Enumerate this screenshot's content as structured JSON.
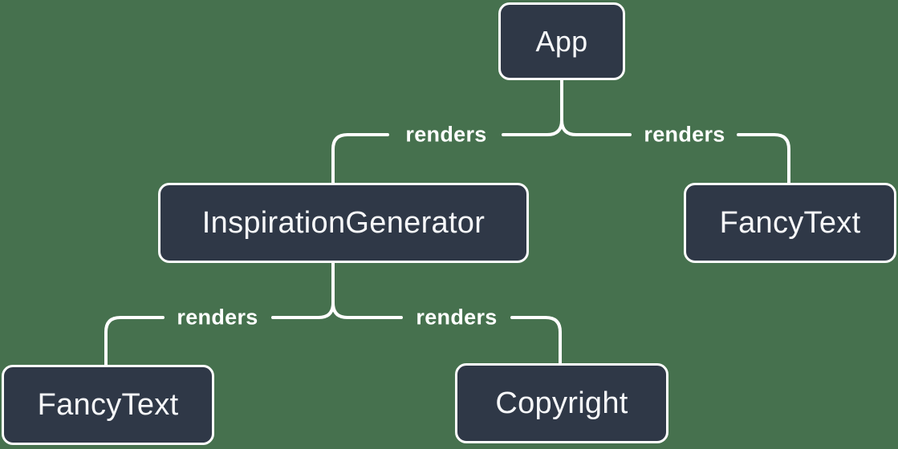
{
  "colors": {
    "background": "#46714E",
    "node_fill": "#2F3847",
    "node_border": "#FFFFFF",
    "node_text": "#F7F8FA",
    "connector": "#FFFFFF",
    "edge_label_text": "#FFFFFF"
  },
  "nodes": [
    {
      "id": "app",
      "label": "App"
    },
    {
      "id": "inspiration-generator",
      "label": "InspirationGenerator"
    },
    {
      "id": "fancy-text-top",
      "label": "FancyText"
    },
    {
      "id": "fancy-text-bottom",
      "label": "FancyText"
    },
    {
      "id": "copyright",
      "label": "Copyright"
    }
  ],
  "edges": [
    {
      "from": "App",
      "to": "InspirationGenerator",
      "label": "renders"
    },
    {
      "from": "App",
      "to": "FancyText",
      "label": "renders"
    },
    {
      "from": "InspirationGenerator",
      "to": "FancyText",
      "label": "renders"
    },
    {
      "from": "InspirationGenerator",
      "to": "Copyright",
      "label": "renders"
    }
  ]
}
